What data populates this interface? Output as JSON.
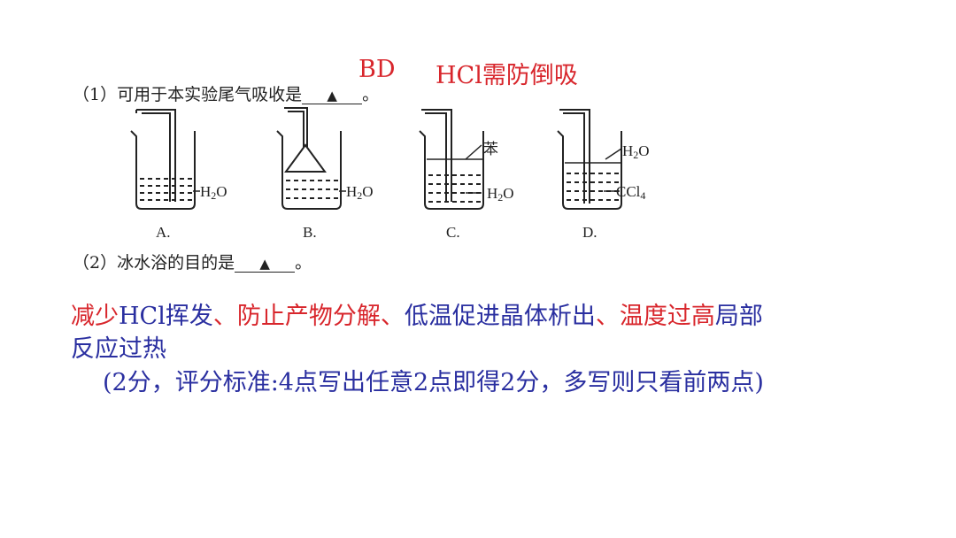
{
  "q1": {
    "prefix": "（1）可用于本实验尾气吸收是",
    "blank_mark": "▲",
    "suffix": "。",
    "answer": "BD",
    "note": "HCl需防倒吸"
  },
  "apparatus": {
    "A": {
      "label": "A.",
      "liquid": "H2O"
    },
    "B": {
      "label": "B.",
      "liquid": "H2O"
    },
    "C": {
      "label": "C.",
      "top": "苯",
      "liquid": "H2O"
    },
    "D": {
      "label": "D.",
      "top": "H2O",
      "liquid": "CCl4"
    }
  },
  "q2": {
    "prefix": "（2）冰水浴的目的是",
    "blank_mark": "▲",
    "suffix": "。"
  },
  "answer2": {
    "p1": "减少",
    "p2": "HCl挥发",
    "p3": "、",
    "p4": "防止产物分解",
    "p5": "、",
    "p6": "低温促进晶体析出",
    "p7": "、",
    "p8": "温度过高",
    "p9": "局部",
    "line2": "反应过热",
    "scoring": "(2分，评分标准:4点写出任意2点即得2分，多写则只看前两点)"
  }
}
